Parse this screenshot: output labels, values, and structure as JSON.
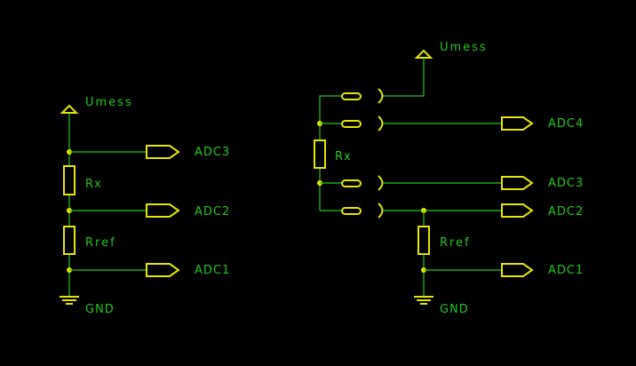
{
  "colors": {
    "background": "#000000",
    "wire": "#22c81e",
    "component": "#e6e600",
    "label": "#22c81e"
  },
  "left_circuit": {
    "supply_label": "Umess",
    "rx_label": "Rx",
    "rref_label": "Rref",
    "gnd_label": "GND",
    "adc_top": "ADC3",
    "adc_mid": "ADC2",
    "adc_bot": "ADC1"
  },
  "right_circuit": {
    "supply_label": "Umess",
    "rx_label": "Rx",
    "rref_label": "Rref",
    "gnd_label": "GND",
    "adc_1": "ADC4",
    "adc_2": "ADC3",
    "adc_3": "ADC2",
    "adc_4": "ADC1"
  }
}
